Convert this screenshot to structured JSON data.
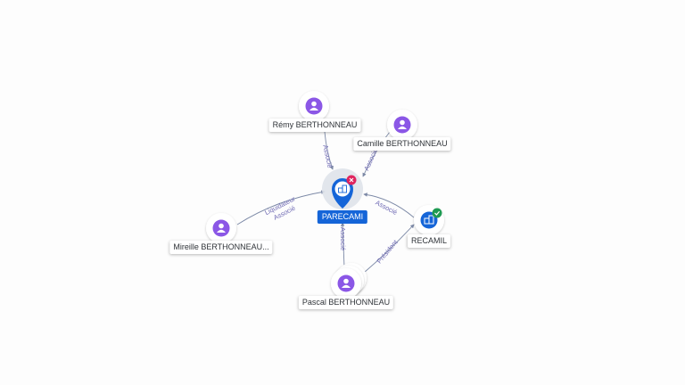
{
  "graph": {
    "main": {
      "label": "PARECAMI"
    },
    "nodes": {
      "remy": {
        "label": "Rémy BERTHONNEAU"
      },
      "camille": {
        "label": "Camille BERTHONNEAU"
      },
      "mireille": {
        "label": "Mireille BERTHONNEAU..."
      },
      "pascal": {
        "label": "Pascal BERTHONNEAU"
      },
      "recamil": {
        "label": "RECAMIL"
      }
    },
    "edges": {
      "remy_parecami": "Associé",
      "camille_parecami": "Associé",
      "mireille_liquidateur": "Liquidateur",
      "mireille_associe": "Associé",
      "pascal_parecami": "Associé",
      "recamil_parecami": "Associé",
      "pascal_recamil": "Président"
    }
  },
  "colors": {
    "person": "#8b57e6",
    "company": "#1565d8",
    "edge": "#7c89a6",
    "edge_label": "#6f6ab4",
    "status_closed": "#e0245e",
    "status_active": "#1e9a52"
  },
  "icons": {
    "person": "user-icon",
    "company": "building-icon",
    "closed": "x-badge-icon",
    "active": "check-badge-icon"
  }
}
